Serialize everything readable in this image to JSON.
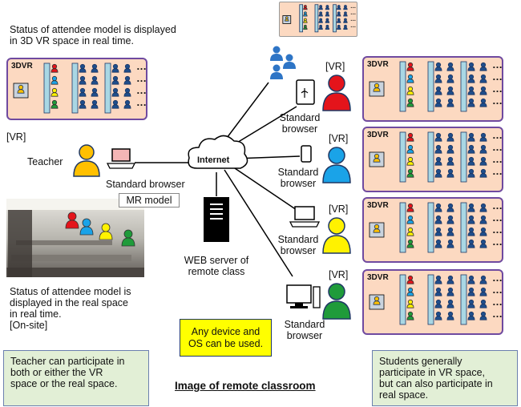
{
  "top_left_text": [
    "Status of attendee model is displayed",
    "in 3D VR space in real time."
  ],
  "panel_label": "3DVR",
  "ellipsis": "…",
  "vr_tag": "[VR]",
  "teacher_label": "Teacher",
  "teacher_device_label": "Standard browser",
  "mr_model_label": "MR model",
  "internet_label": "Internet",
  "server_label": [
    "WEB server of",
    "remote class"
  ],
  "students": [
    {
      "tag": "[VR]",
      "device": "Standard browser",
      "device_icon": "tablet-icon",
      "color": "#e4141b"
    },
    {
      "tag": "[VR]",
      "device": "Standard browser",
      "device_icon": "smartphone-icon",
      "color": "#1aa3e8"
    },
    {
      "tag": "[VR]",
      "device": "Standard browser",
      "device_icon": "laptop-icon",
      "color": "#fff200"
    },
    {
      "tag": "[VR]",
      "device": "Standard browser",
      "device_icon": "desktop-pc-icon",
      "color": "#1f9b3a"
    }
  ],
  "bottom_left_text": [
    "Status of attendee model is",
    "displayed in the real space",
    "in real time.",
    "[On-site]"
  ],
  "yellow_note": [
    "Any device and",
    "OS can be used."
  ],
  "teacher_note": [
    "Teacher can participate in",
    "both or either the VR",
    "space or the real space."
  ],
  "student_note": [
    "Students generally",
    "participate in VR space,",
    "but can also participate in",
    "real space."
  ],
  "caption": "Image of remote classroom",
  "colors": {
    "red": "#e4141b",
    "blue": "#1aa3e8",
    "yellow": "#fff200",
    "green": "#1f9b3a",
    "dark_blue": "#1f4e8c",
    "teacher": "#ffc000",
    "panel_fill": "#fcd9c1",
    "panel_border": "#6f4aa0"
  }
}
